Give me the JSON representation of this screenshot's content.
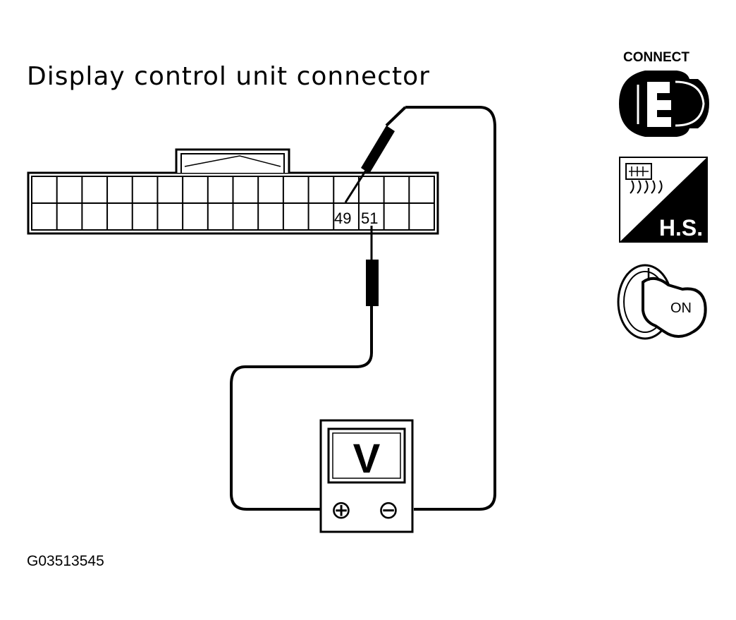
{
  "title": "Display control unit connector",
  "figure_id": "G03513545",
  "connector": {
    "pin_labels": [
      "49",
      "51"
    ]
  },
  "meter": {
    "display": "V",
    "positive_symbol": "⊕",
    "negative_symbol": "⊖"
  },
  "icons": {
    "connect_label": "CONNECT",
    "harness_label": "H.S.",
    "key_label": "ON"
  }
}
